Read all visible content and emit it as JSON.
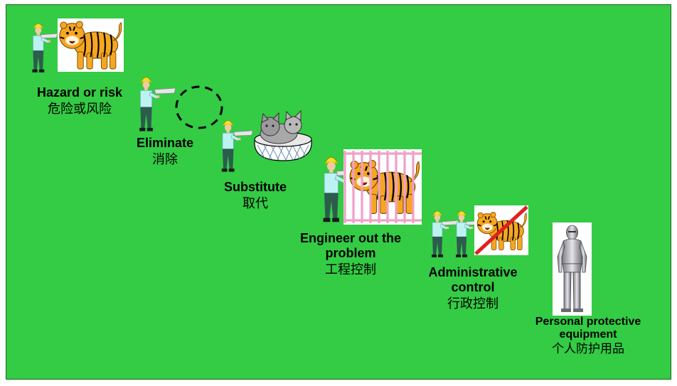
{
  "steps": [
    {
      "en": "Hazard or risk",
      "cn": "危险或风险"
    },
    {
      "en": "Eliminate",
      "cn": "消除"
    },
    {
      "en": "Substitute",
      "cn": "取代"
    },
    {
      "en": "Engineer out the problem",
      "cn": "工程控制"
    },
    {
      "en": "Administrative control",
      "cn": "行政控制"
    },
    {
      "en": "Personal protective equipment",
      "cn": "个人防护用品"
    }
  ],
  "colors": {
    "background": "#33cc44",
    "tiger": "#f5a623",
    "cage": "#f0a0c8",
    "strike": "#e02020",
    "worker_shirt": "#bdf2f2",
    "worker_pants": "#2b5c4c",
    "helmet": "#f5e020"
  },
  "icons": [
    "worker-icon",
    "tiger-icon",
    "cat-icon",
    "cage-icon",
    "armor-icon",
    "dashed-circle-icon"
  ]
}
